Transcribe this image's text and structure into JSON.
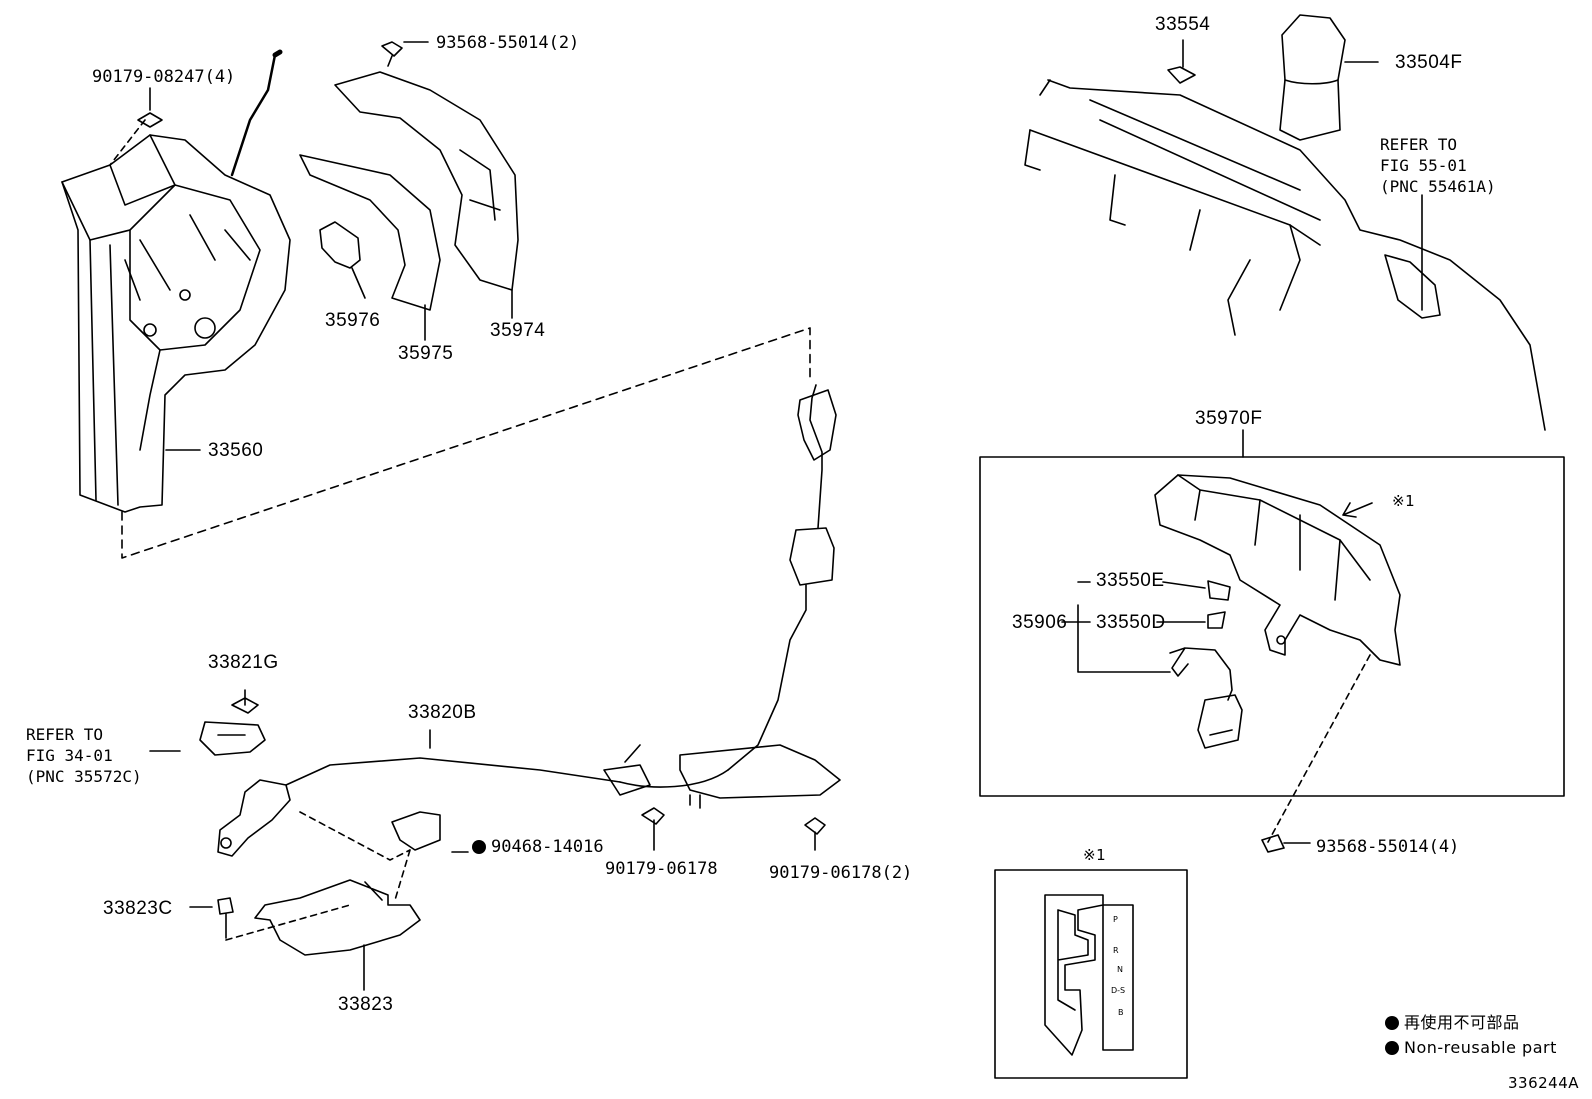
{
  "diagram": {
    "figure_id": "336244A",
    "parts": {
      "p90179_08247": "90179-08247(4)",
      "p93568_55014_top": "93568-55014(2)",
      "p33554": "33554",
      "p33504F": "33504F",
      "p35976": "35976",
      "p35975": "35975",
      "p35974": "35974",
      "p33560": "33560",
      "p35970F": "35970F",
      "p33550E": "33550E",
      "p35906": "35906",
      "p33550D": "33550D",
      "p33821G": "33821G",
      "p33820B": "33820B",
      "p90468_14016": "90468-14016",
      "p90179_06178": "90179-06178",
      "p90179_06178_2": "90179-06178(2)",
      "p33823C": "33823C",
      "p33823": "33823",
      "p93568_55014_bottom": "93568-55014(4)"
    },
    "refer_top": [
      "REFER TO",
      "FIG 55-01",
      "(PNC 55461A)"
    ],
    "refer_left": [
      "REFER TO",
      "FIG 34-01",
      "(PNC 35572C)"
    ],
    "note_mark": "※1",
    "shift_gate": [
      "P",
      "R",
      "N",
      "D-S",
      "B"
    ],
    "legend": {
      "line_jp": "再使用不可部品",
      "line_en": "Non-reusable part"
    }
  }
}
